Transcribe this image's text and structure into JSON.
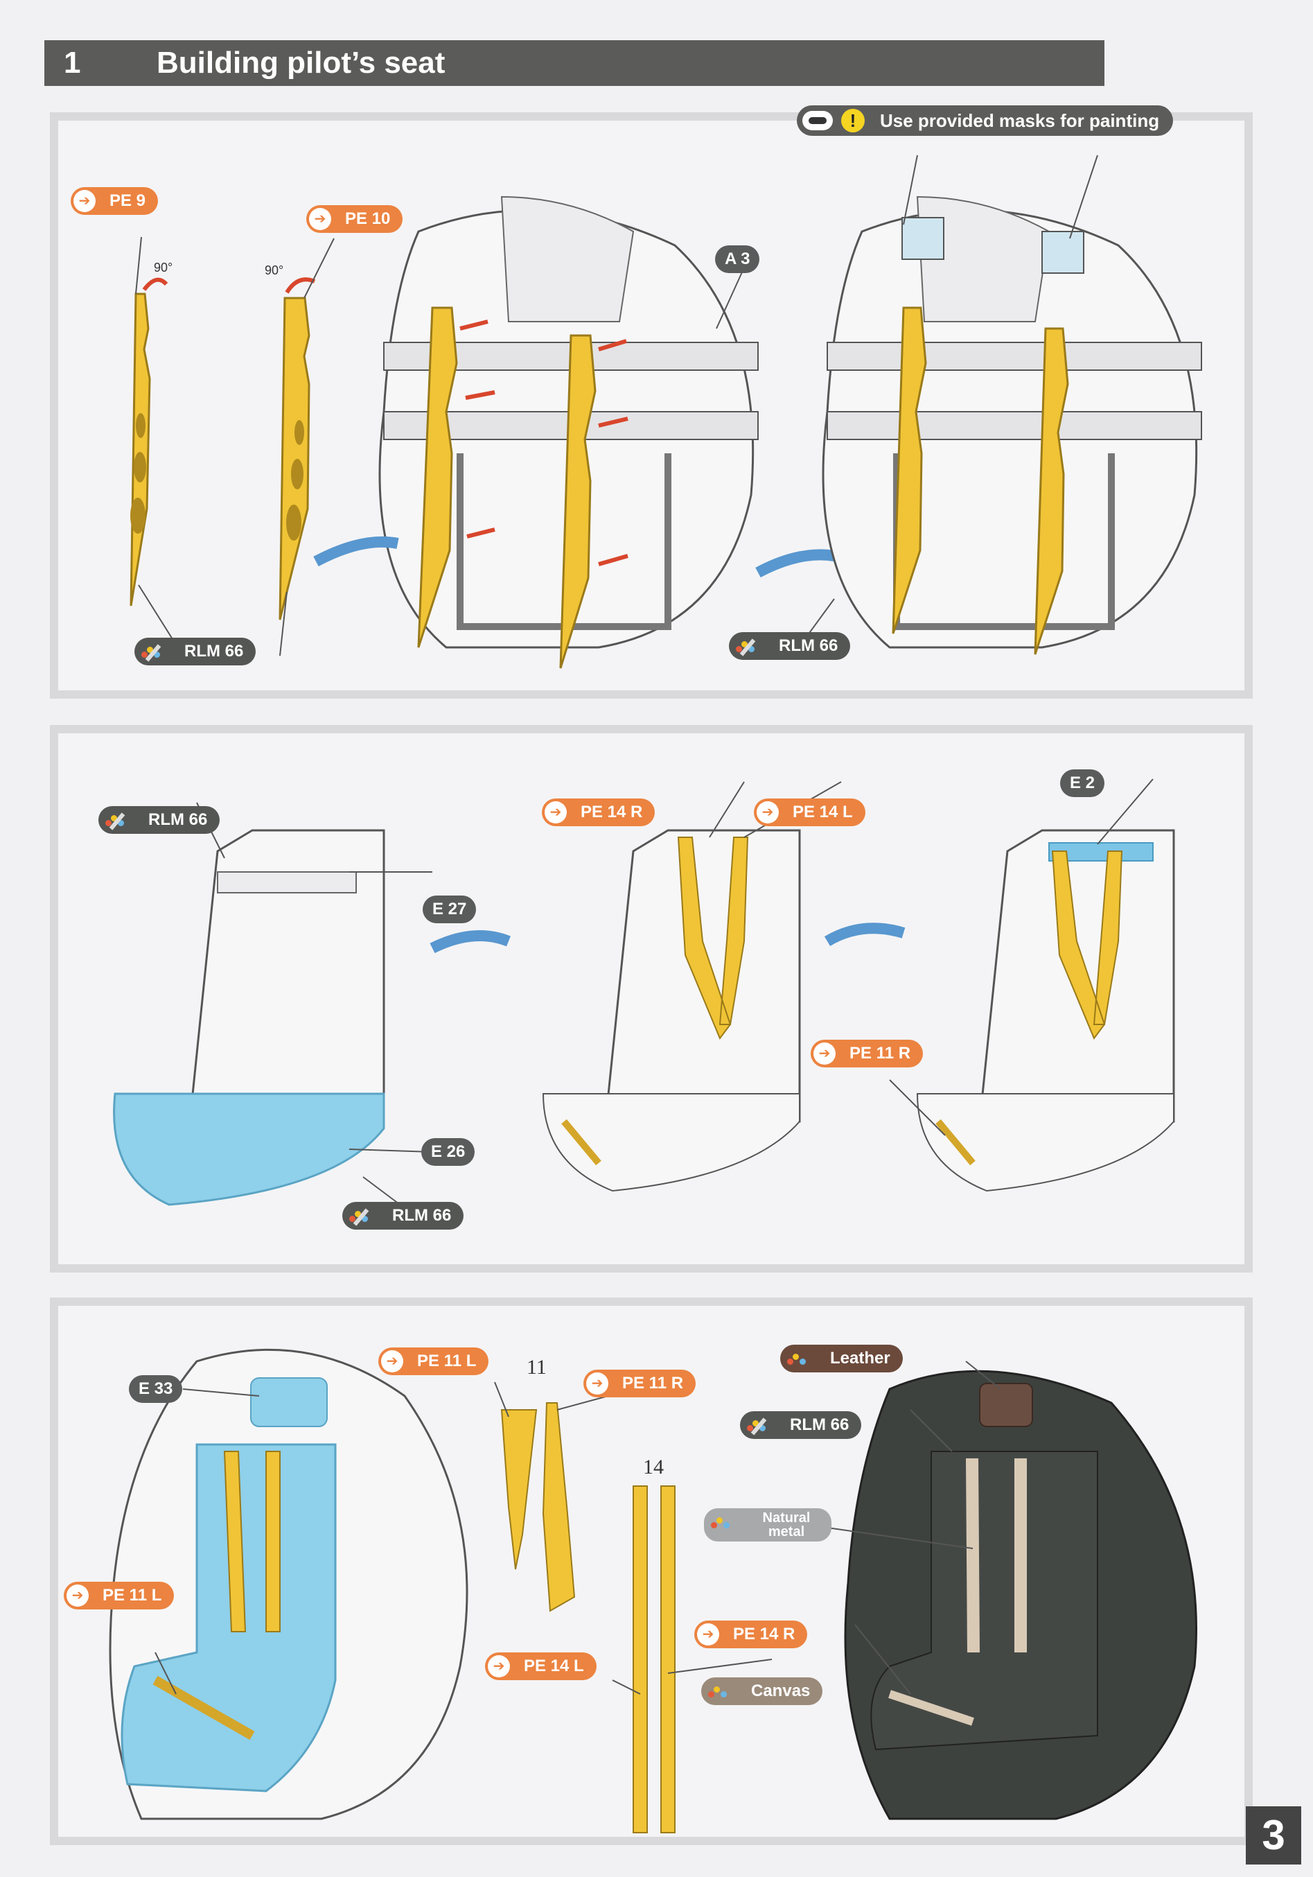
{
  "header": {
    "step": "1",
    "title": "Building pilot’s seat"
  },
  "masks_note": "Use provided masks for painting",
  "panel1": {
    "pe_a": "PE 9",
    "pe_b": "PE 10",
    "part": "A 3",
    "angle_a": "90°",
    "angle_b": "90°",
    "paint_a": "RLM 66",
    "paint_b": "RLM 66"
  },
  "panel2": {
    "paint_a": "RLM 66",
    "part_a": "E 27",
    "part_b": "E 26",
    "paint_b": "RLM 66",
    "pe_a": "PE 14 R",
    "pe_b": "PE 14 L",
    "part_c": "E 2",
    "pe_c": "PE 11 R"
  },
  "panel3": {
    "part_a": "E 33",
    "pe_a": "PE 11 L",
    "pe_b": "PE 11 L",
    "pe_c": "PE 11 R",
    "num_11": "11",
    "num_14": "14",
    "pe_d": "PE 14 R",
    "pe_e": "PE 14 L",
    "paint_leather": "Leather",
    "paint_rlm": "RLM 66",
    "paint_metal_1": "Natural",
    "paint_metal_2": "metal",
    "paint_canvas": "Canvas"
  },
  "page_number": "3"
}
